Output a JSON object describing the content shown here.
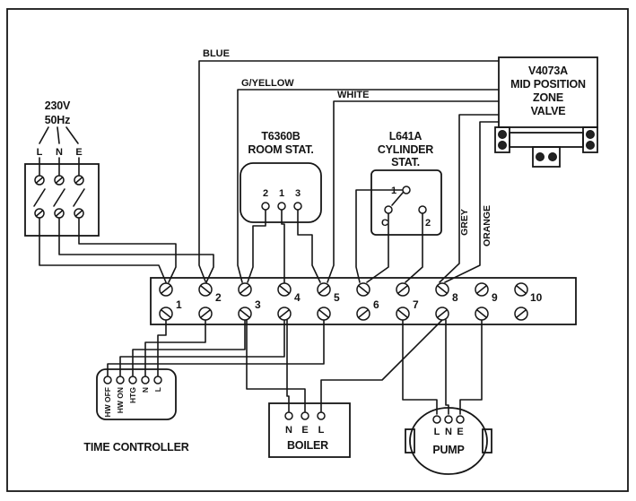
{
  "supply": {
    "line1": "230V",
    "line2": "50Hz",
    "terminals": [
      "L",
      "N",
      "E"
    ]
  },
  "room_stat": {
    "line1": "T6360B",
    "line2": "ROOM STAT.",
    "terminals": [
      "2",
      "1",
      "3"
    ]
  },
  "cylinder_stat": {
    "line1": "L641A",
    "line2": "CYLINDER",
    "line3": "STAT.",
    "terminals": [
      "1",
      "C",
      "2"
    ]
  },
  "zone_valve": {
    "line1": "V4073A",
    "line2": "MID POSITION",
    "line3": "ZONE",
    "line4": "VALVE"
  },
  "wire_labels": {
    "blue": "BLUE",
    "g_yellow": "G/YELLOW",
    "white": "WHITE",
    "grey": "GREY",
    "orange": "ORANGE"
  },
  "terminal_strip": {
    "numbers": [
      "1",
      "2",
      "3",
      "4",
      "5",
      "6",
      "7",
      "8",
      "9",
      "10"
    ]
  },
  "time_controller": {
    "label": "TIME CONTROLLER",
    "terminals": [
      "HW OFF",
      "HW ON",
      "HTG",
      "N",
      "L"
    ]
  },
  "boiler": {
    "label": "BOILER",
    "terminals": [
      "N",
      "E",
      "L"
    ]
  },
  "pump": {
    "label": "PUMP",
    "terminals": [
      "L",
      "N",
      "E"
    ]
  },
  "colors": {
    "line": "#161616",
    "background": "#ffffff"
  }
}
